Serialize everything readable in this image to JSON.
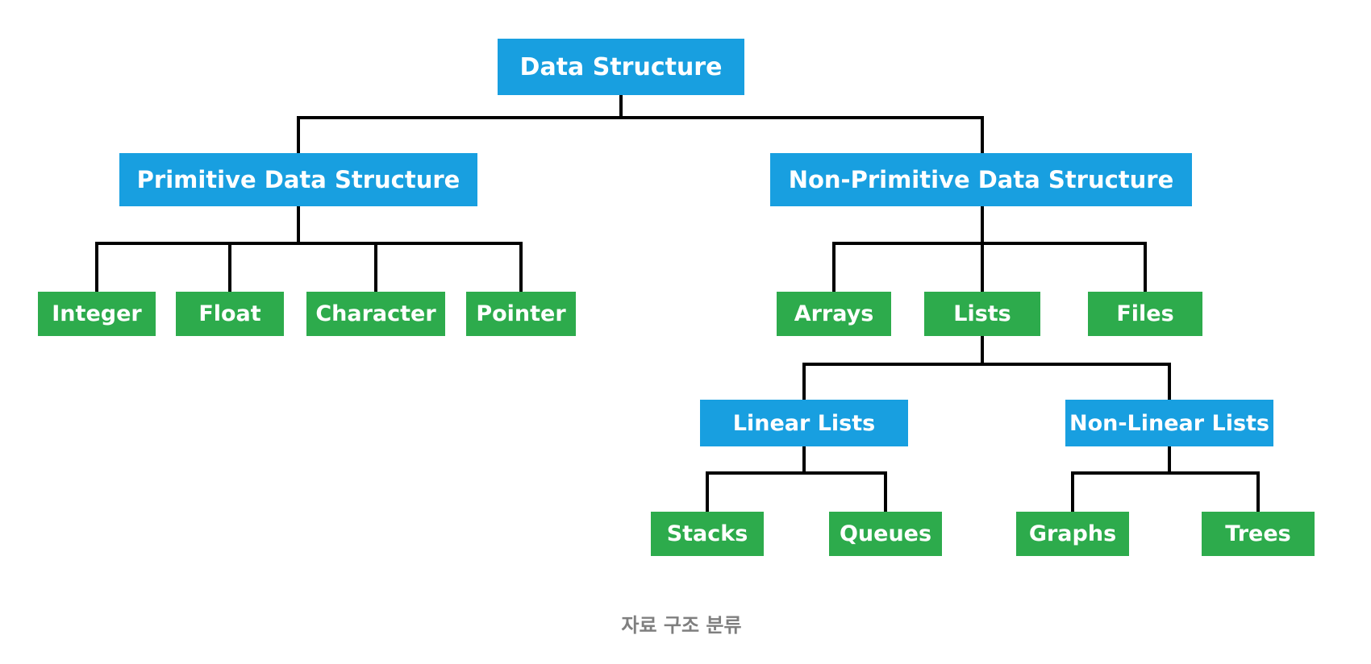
{
  "caption": "자료 구조 분류",
  "colors": {
    "box_blue": "#189fe0",
    "box_green": "#2dab4c",
    "connector": "#000000",
    "caption_gray": "#7f7f7f",
    "label_text": "#ffffff",
    "background": "#ffffff"
  },
  "nodes": {
    "root": {
      "label": "Data Structure"
    },
    "primitive": {
      "label": "Primitive Data Structure"
    },
    "non_primitive": {
      "label": "Non-Primitive Data Structure"
    },
    "integer": {
      "label": "Integer"
    },
    "float": {
      "label": "Float"
    },
    "character": {
      "label": "Character"
    },
    "pointer": {
      "label": "Pointer"
    },
    "arrays": {
      "label": "Arrays"
    },
    "lists": {
      "label": "Lists"
    },
    "files": {
      "label": "Files"
    },
    "linear_lists": {
      "label": "Linear Lists"
    },
    "non_linear_lists": {
      "label": "Non-Linear Lists"
    },
    "stacks": {
      "label": "Stacks"
    },
    "queues": {
      "label": "Queues"
    },
    "graphs": {
      "label": "Graphs"
    },
    "trees": {
      "label": "Trees"
    }
  },
  "hierarchy": {
    "Data Structure": [
      "Primitive Data Structure",
      "Non-Primitive Data Structure"
    ],
    "Primitive Data Structure": [
      "Integer",
      "Float",
      "Character",
      "Pointer"
    ],
    "Non-Primitive Data Structure": [
      "Arrays",
      "Lists",
      "Files"
    ],
    "Lists": [
      "Linear Lists",
      "Non-Linear Lists"
    ],
    "Linear Lists": [
      "Stacks",
      "Queues"
    ],
    "Non-Linear Lists": [
      "Graphs",
      "Trees"
    ]
  }
}
